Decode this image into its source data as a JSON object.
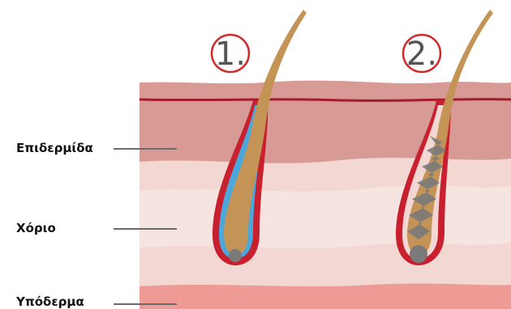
{
  "layers": [
    {
      "label": "Επιδερμίδα"
    },
    {
      "label": "Χόριο"
    },
    {
      "label": "Υπόδερμα"
    }
  ],
  "stages": [
    {
      "number": "1."
    },
    {
      "number": "2."
    }
  ],
  "colors": {
    "epidermis": "#d89a94",
    "epidermis_line": "#a51c2b",
    "dermis": "#f2d7d3",
    "hypodermis": "#ee9a95",
    "hair": "#c49356",
    "follicle_outer": "#c8202e",
    "follicle_inner": "#4aa8dc",
    "papilla": "#7a7a7a",
    "callout_circle": "#d02a2a",
    "pointer_line": "#6b6b6b"
  }
}
